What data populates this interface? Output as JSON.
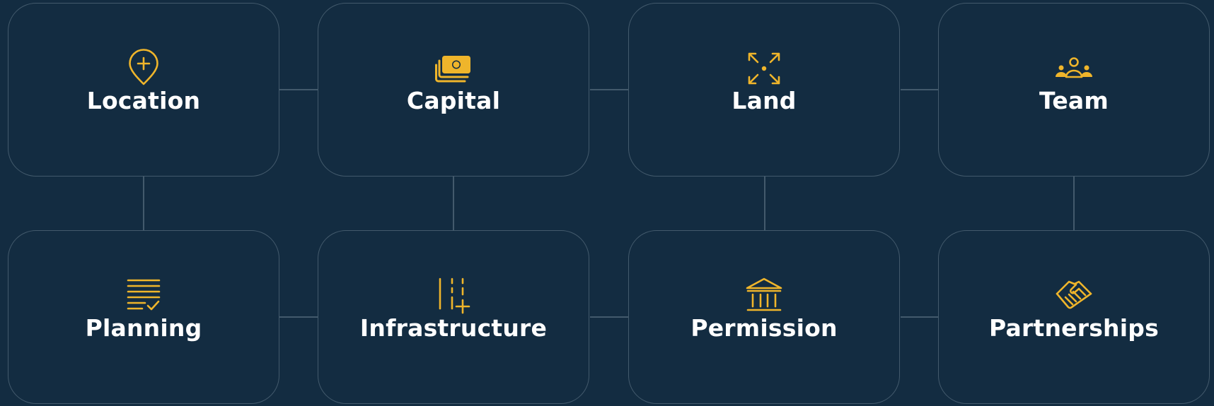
{
  "colors": {
    "background": "#132c41",
    "card_border": "#435a6c",
    "connector": "#435a6c",
    "icon": "#efb52b",
    "label": "#ffffff"
  },
  "cards": [
    {
      "label": "Location",
      "icon": "location-pin-plus-icon"
    },
    {
      "label": "Capital",
      "icon": "cash-stack-icon"
    },
    {
      "label": "Land",
      "icon": "expand-arrows-icon"
    },
    {
      "label": "Team",
      "icon": "team-people-icon"
    },
    {
      "label": "Planning",
      "icon": "checklist-icon"
    },
    {
      "label": "Infrastructure",
      "icon": "lines-plus-icon"
    },
    {
      "label": "Permission",
      "icon": "bank-building-icon"
    },
    {
      "label": "Partnerships",
      "icon": "handshake-icon"
    }
  ]
}
